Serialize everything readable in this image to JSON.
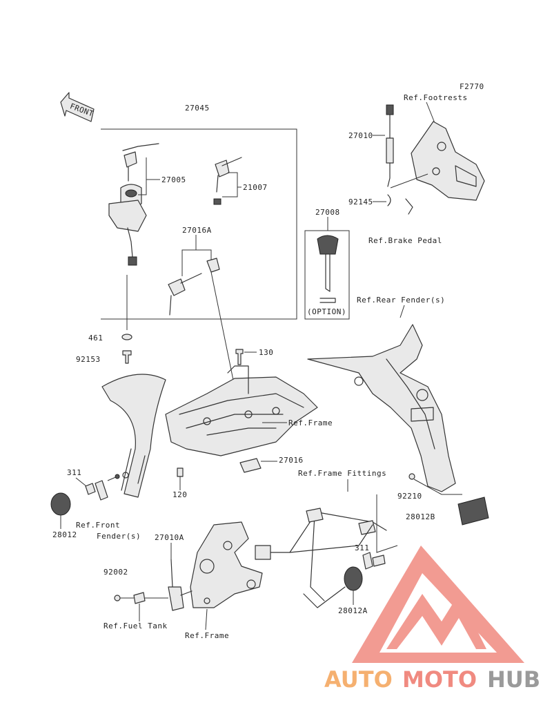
{
  "diagram_code": "F2770",
  "front_label": "FRONT",
  "labels": {
    "p27045": "27045",
    "p27005": "27005",
    "p21007": "21007",
    "p27016A": "27016A",
    "p27008": "27008",
    "option": "(OPTION)",
    "p27010": "27010",
    "p92145": "92145",
    "ref_footrests": "Ref.Footrests",
    "ref_brake_pedal": "Ref.Brake Pedal",
    "ref_rear_fender": "Ref.Rear Fender(s)",
    "p461": "461",
    "p92153": "92153",
    "p130": "130",
    "ref_frame_center": "Ref.Frame",
    "p27016": "27016",
    "ref_frame_fittings": "Ref.Frame Fittings",
    "p311_left": "311",
    "p120": "120",
    "p92210": "92210",
    "p28012B": "28012B",
    "p28012": "28012",
    "ref_front_fender_1": "Ref.Front",
    "ref_front_fender_2": "Fender(s)",
    "p27010A": "27010A",
    "p92002": "92002",
    "p311_right": "311",
    "p28012A": "28012A",
    "ref_fuel_tank": "Ref.Fuel Tank",
    "ref_frame_bottom": "Ref.Frame"
  },
  "watermark": {
    "text_a": "AUTO",
    "text_b": "MOTO",
    "text_c": "HUB",
    "color_a": "#f5b070",
    "color_b": "#f08a80",
    "color_c": "#9a9a9a",
    "logo_color": "#f08a80"
  }
}
